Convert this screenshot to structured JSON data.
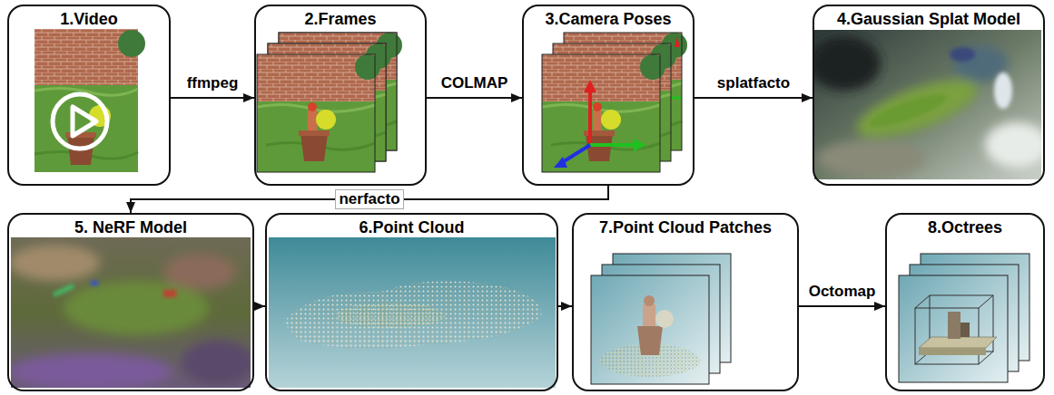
{
  "diagram": {
    "nodes": [
      {
        "text": [
          "1.Video"
        ]
      },
      {
        "text": [
          "2.Frames"
        ]
      },
      {
        "text": [
          "3.Camera Poses"
        ]
      },
      {
        "text": [
          "4.Gaussian Splat Model"
        ]
      },
      {
        "text": [
          "5. NeRF Model"
        ]
      },
      {
        "text": [
          "6.Point Cloud"
        ]
      },
      {
        "text": [
          "7.Point Cloud Patches"
        ]
      },
      {
        "text": [
          "8.Octrees"
        ]
      }
    ],
    "edges": [
      {
        "from": 0,
        "to": 1,
        "label": "ffmpeg",
        "arrow": "to"
      },
      {
        "from": 1,
        "to": 2,
        "label": "COLMAP",
        "arrow": "to"
      },
      {
        "from": 2,
        "to": 3,
        "label": "splatfacto",
        "arrow": "to"
      },
      {
        "from": 2,
        "to": 4,
        "label": "nerfacto",
        "arrow": "to"
      },
      {
        "from": 4,
        "to": 5,
        "arrow": "to"
      },
      {
        "from": 5,
        "to": 6,
        "arrow": "to"
      },
      {
        "from": 6,
        "to": 7,
        "label": "Octomap",
        "arrow": "to"
      }
    ]
  }
}
